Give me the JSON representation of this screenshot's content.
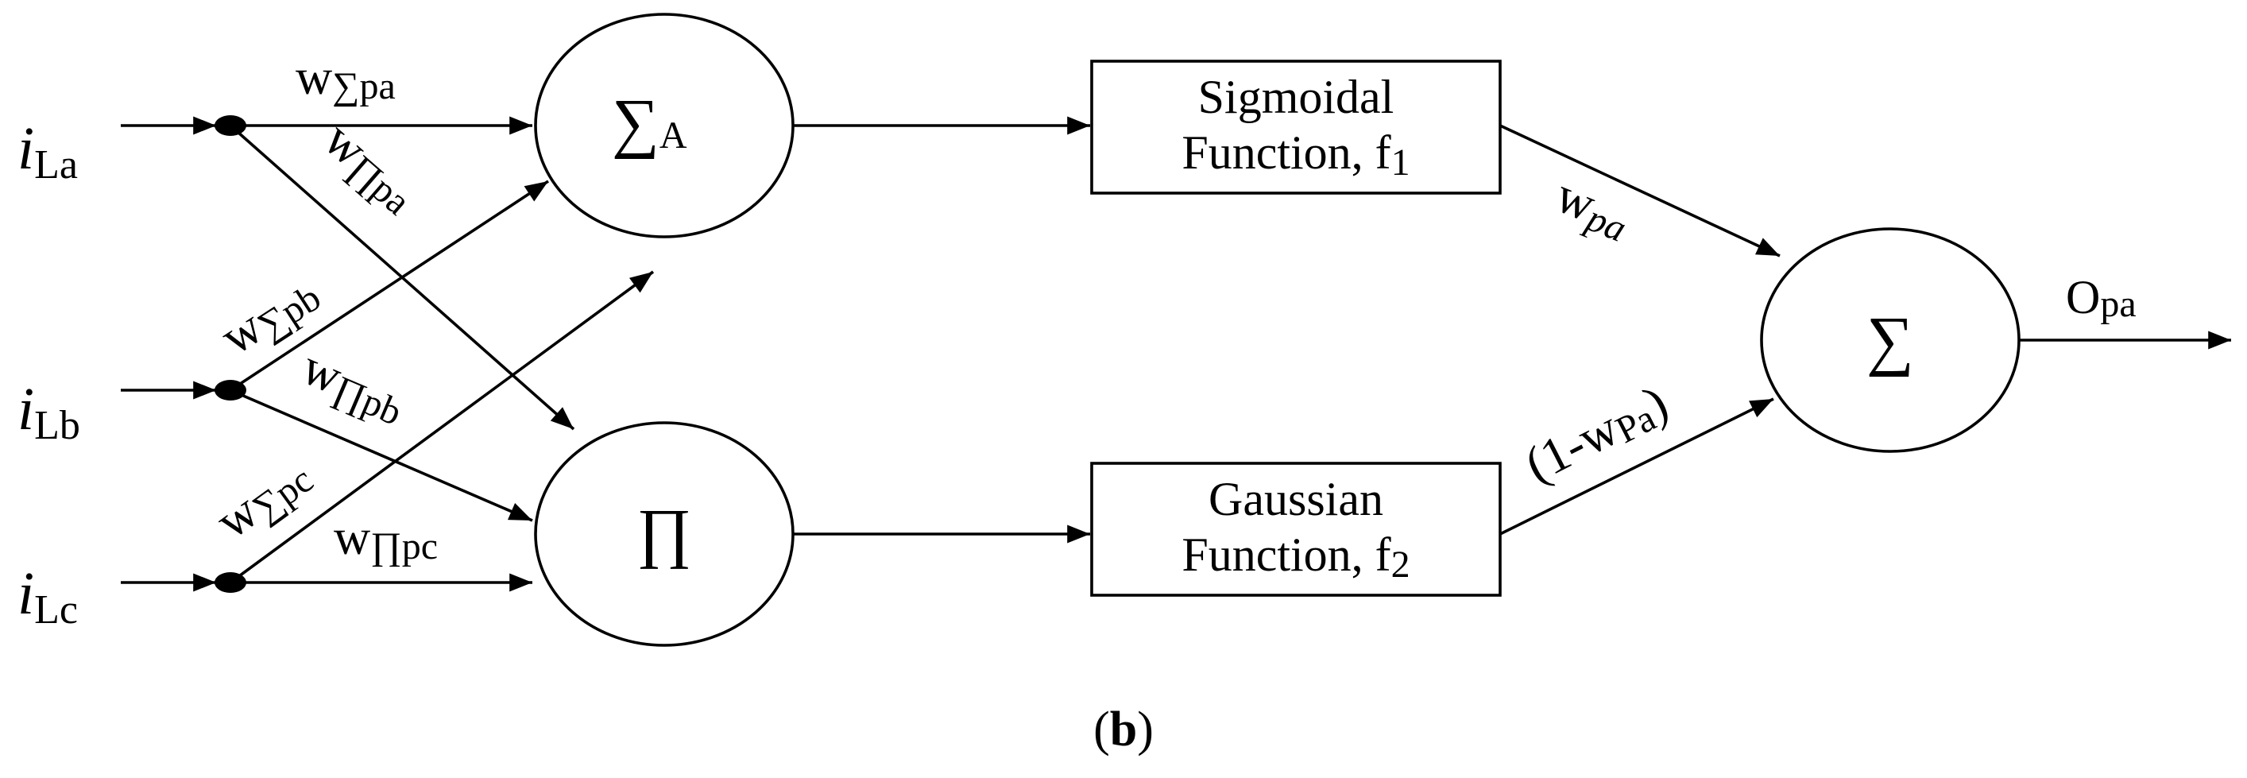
{
  "inputs": {
    "a": {
      "main": "i",
      "sub": "La"
    },
    "b": {
      "main": "i",
      "sub": "Lb"
    },
    "c": {
      "main": "i",
      "sub": "Lc"
    }
  },
  "weights": {
    "sum_a": {
      "main": "w",
      "sub": "∑pa"
    },
    "prod_a": {
      "main": "w",
      "sub": "∏pa"
    },
    "sum_b": {
      "main": "w",
      "sub": "∑pb"
    },
    "prod_b": {
      "main": "w",
      "sub": "∏pb"
    },
    "sum_c": {
      "main": "w",
      "sub": "∑pc"
    },
    "prod_c": {
      "main": "w",
      "sub": "∏pc"
    },
    "pa": {
      "main": "w",
      "sub": "pa"
    },
    "one_minus": {
      "open": "(1-w",
      "sub": "Pa",
      "close": ")"
    }
  },
  "nodes": {
    "sum_a": {
      "main": "∑",
      "sub": "A"
    },
    "product": {
      "main": "∏"
    },
    "output_sum": {
      "main": "∑"
    }
  },
  "boxes": {
    "sigmoid": {
      "line1": "Sigmoidal",
      "line2": "Function, f",
      "sub": "1"
    },
    "gaussian": {
      "line1": "Gaussian",
      "line2": "Function, f",
      "sub": "2"
    }
  },
  "output": {
    "main": "O",
    "sub": "pa"
  },
  "caption": {
    "open": "(",
    "letter": "b",
    "close": ")"
  }
}
